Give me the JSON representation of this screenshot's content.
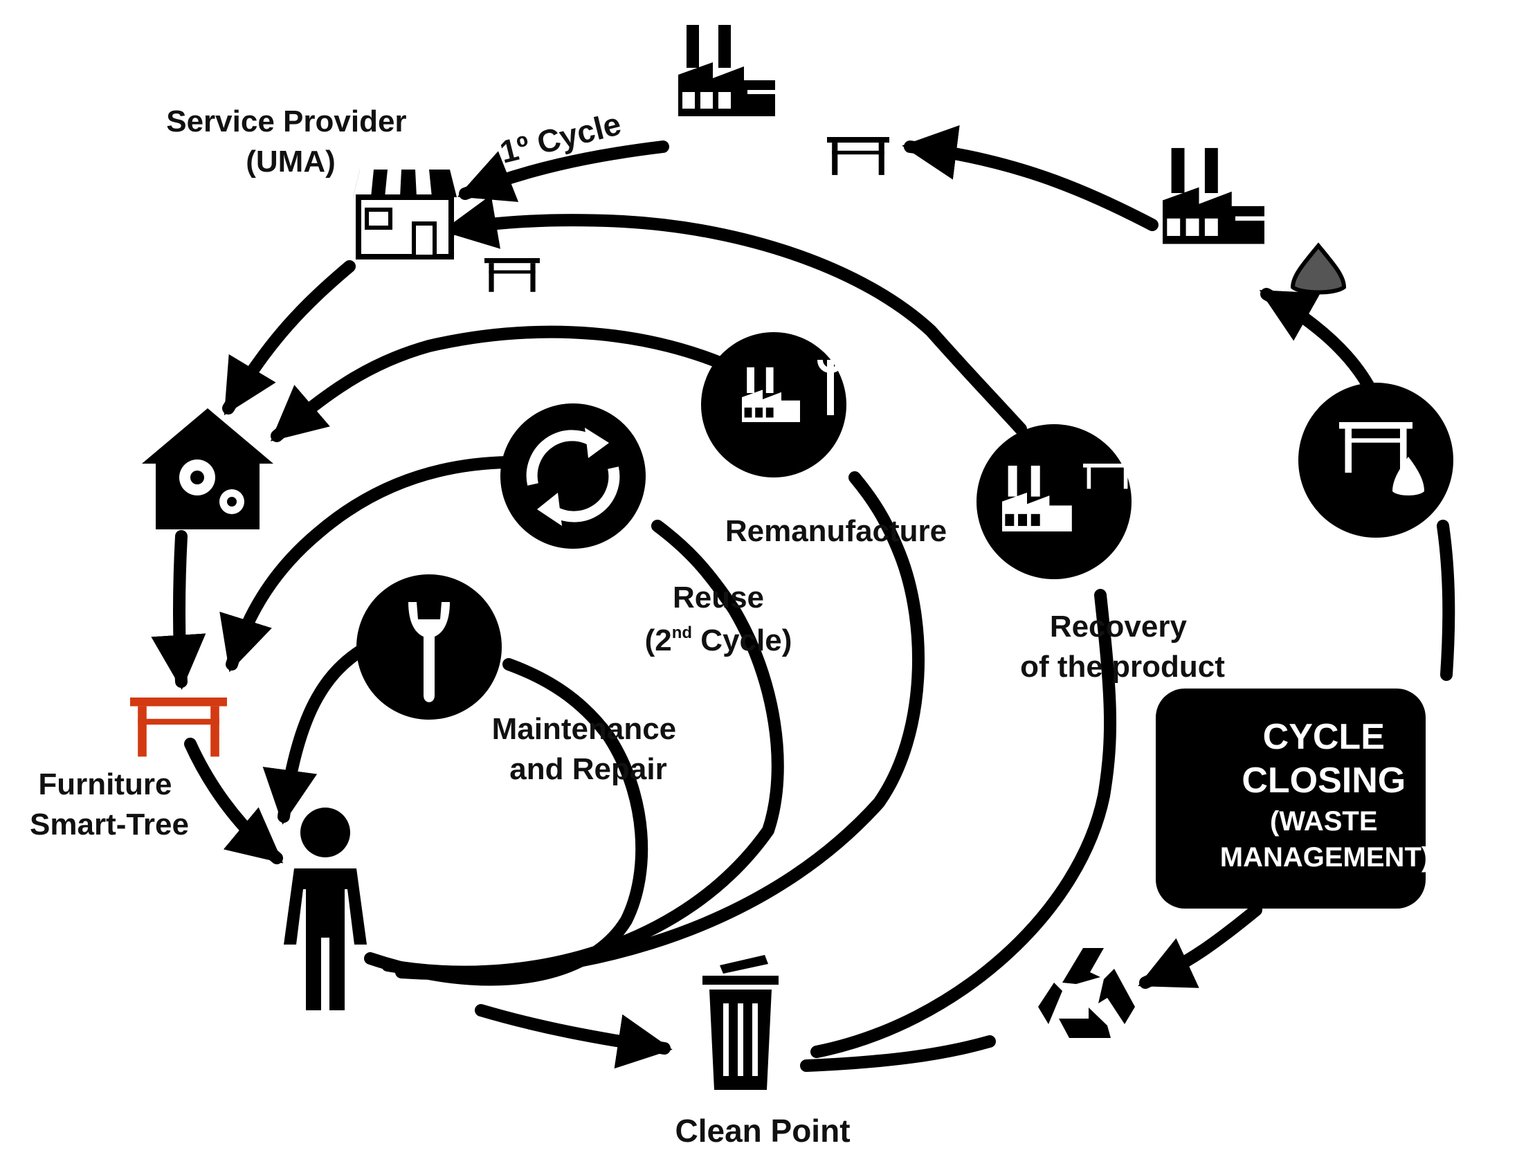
{
  "labels": {
    "service_provider_line1": "Service Provider",
    "service_provider_line2": "(UMA)",
    "first_cycle": "1º Cycle",
    "remanufacture": "Remanufacture",
    "reuse_line1": "Reuse",
    "reuse_line2_pre": "(2",
    "reuse_line2_sup": "nd",
    "reuse_line2_post": " Cycle)",
    "recovery_line1": "Recovery",
    "recovery_line2": "of the product",
    "maintenance_line1": "Maintenance",
    "maintenance_line2": "and Repair",
    "furniture_line1": "Furniture",
    "furniture_line2": "Smart-Tree",
    "clean_point": "Clean Point"
  },
  "cycle_closing": {
    "line1": "CYCLE",
    "line2": "CLOSING",
    "line3": "(WASTE",
    "line4": "MANAGEMENT)"
  },
  "colors": {
    "ink": "#000000",
    "furniture_accent": "#d33a12",
    "waste_drop": "#555555",
    "background": "#ffffff"
  },
  "icons": [
    "factory-icon",
    "table-icon",
    "shop-icon",
    "gears-house-icon",
    "remanufacture-factory-wrench-icon",
    "reuse-cycle-arrows-icon",
    "recovery-factory-table-icon",
    "waste-table-drop-icon",
    "factory-drop-icon",
    "wrench-icon",
    "person-icon",
    "trash-bin-icon",
    "recycle-icon"
  ]
}
